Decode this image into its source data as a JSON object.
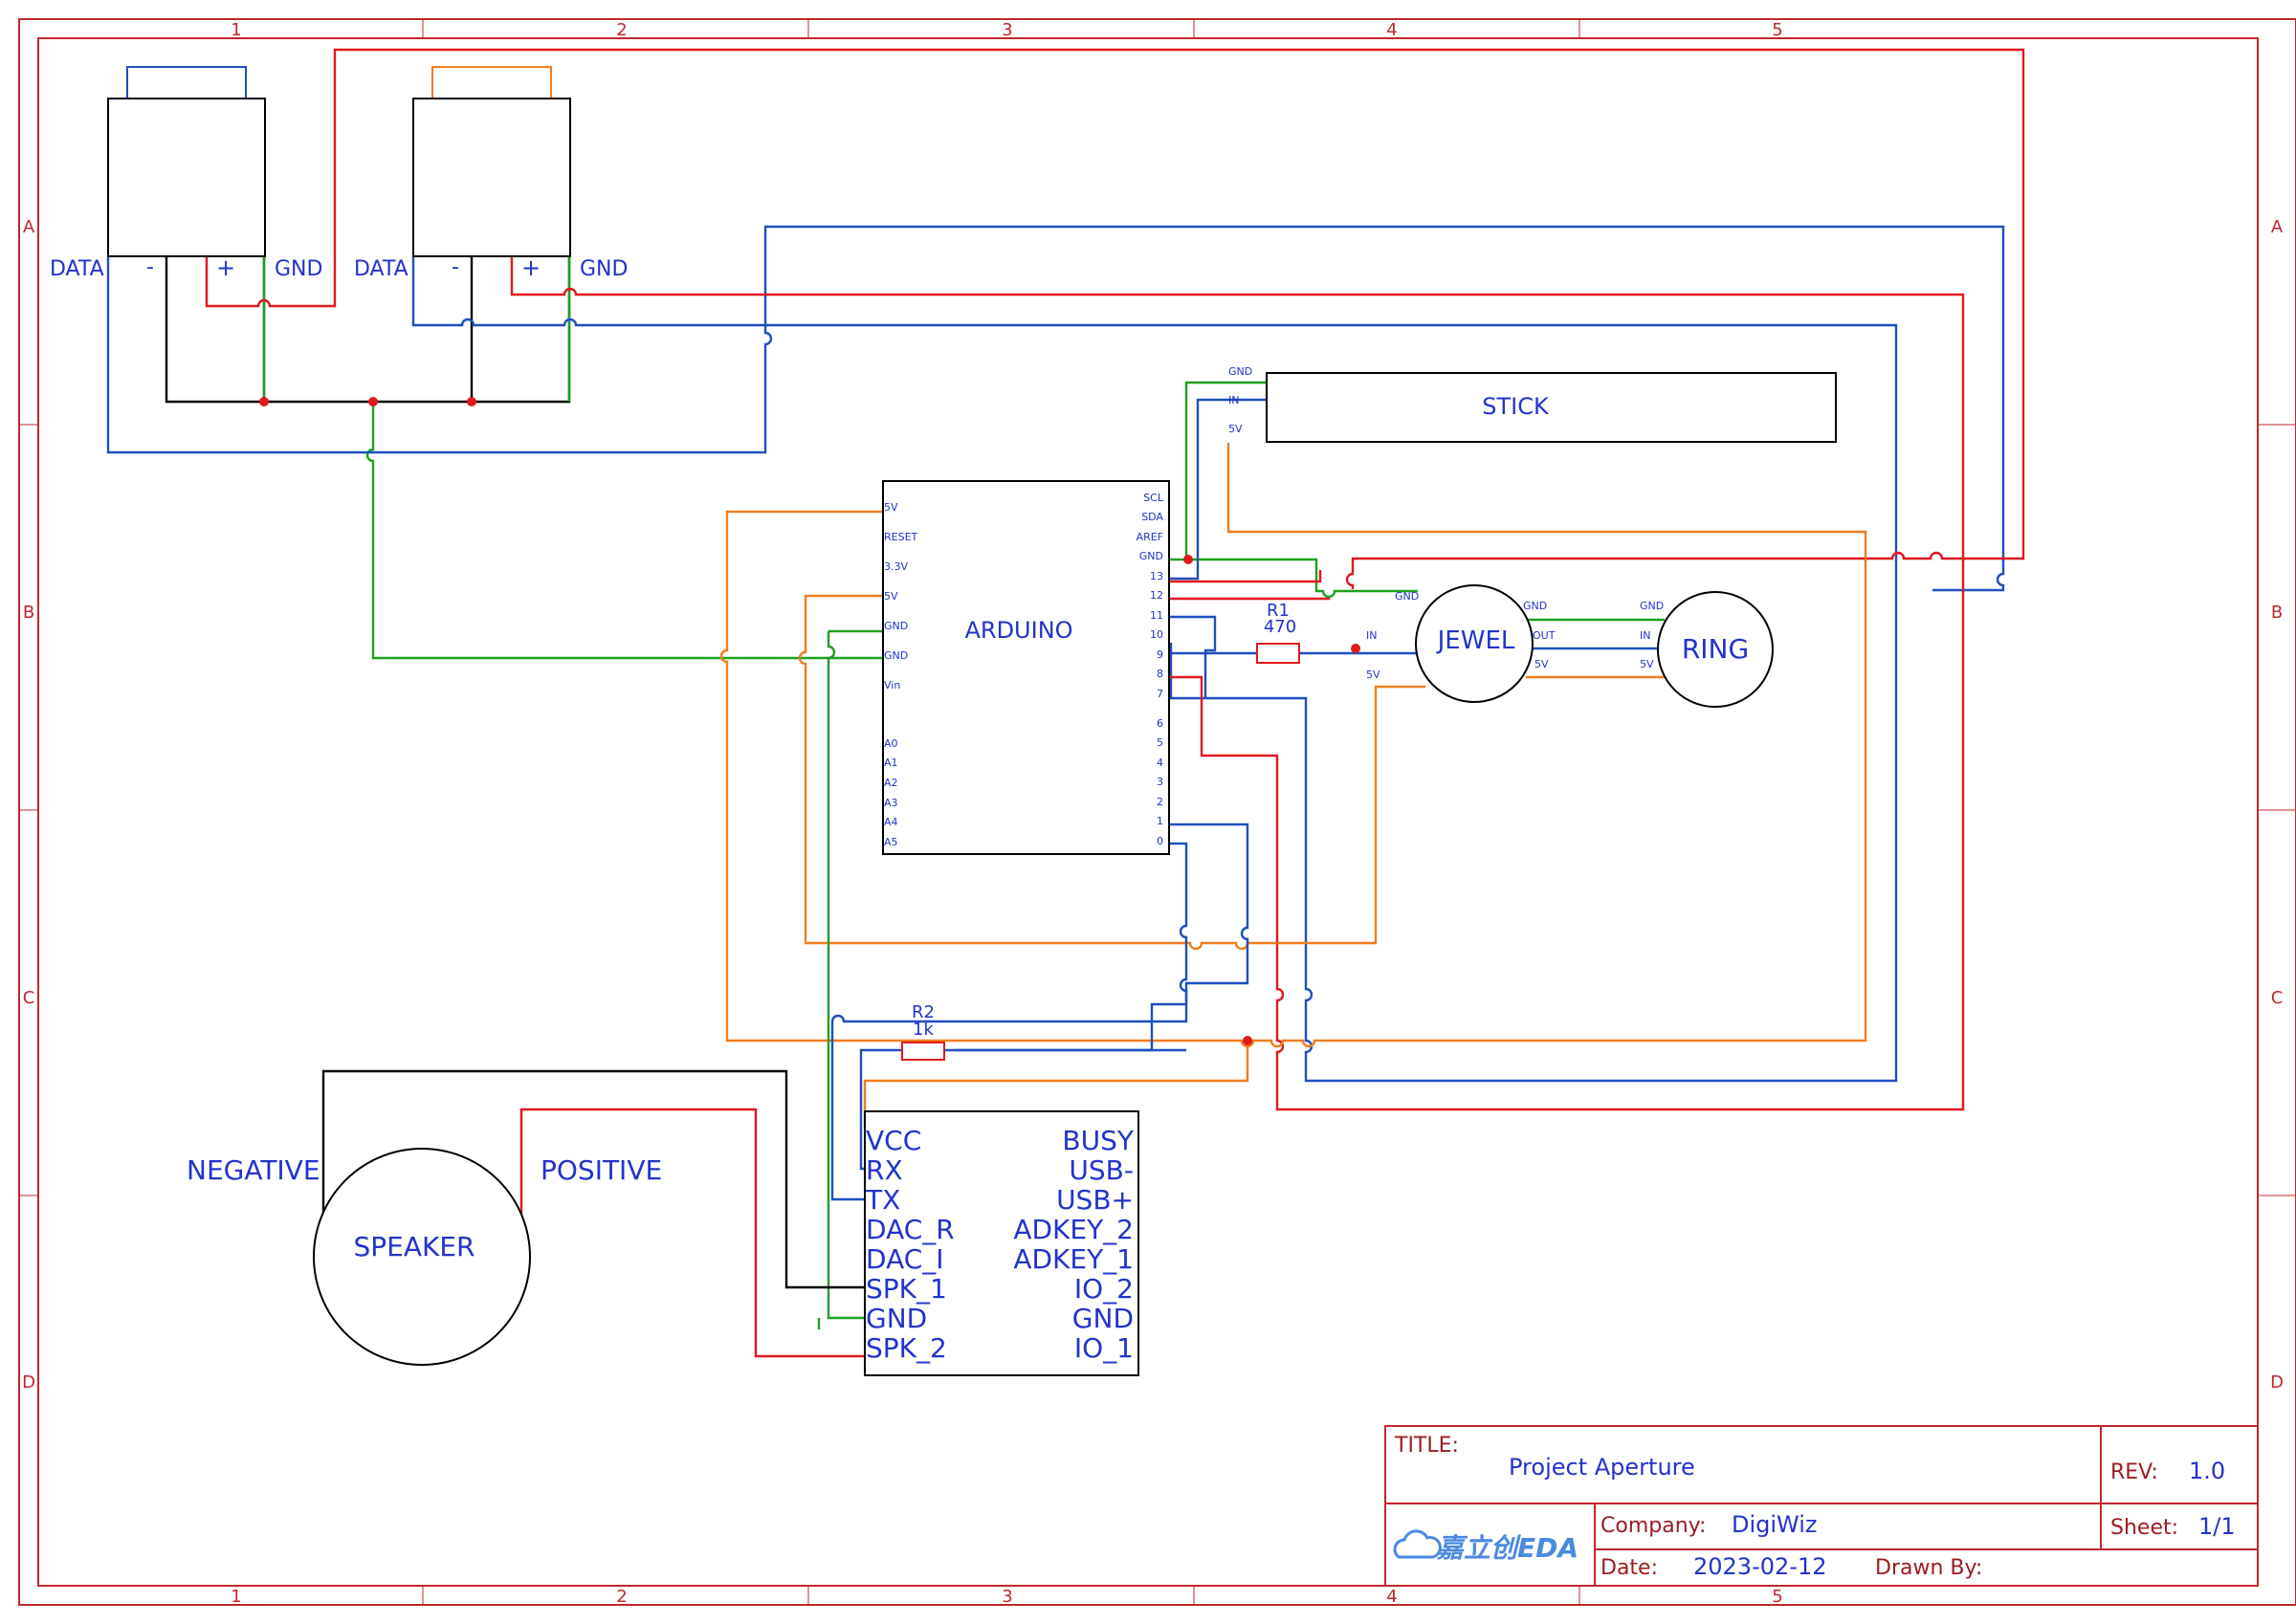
{
  "border": {
    "columns": [
      "1",
      "2",
      "3",
      "4",
      "5"
    ],
    "rows": [
      "A",
      "B",
      "C",
      "D"
    ]
  },
  "title_block": {
    "title_label": "TITLE:",
    "title": "Project Aperture",
    "rev_label": "REV:",
    "rev": "1.0",
    "company_label": "Company:",
    "company": "DigiWiz",
    "sheet_label": "Sheet:",
    "sheet": "1/1",
    "date_label": "Date:",
    "date": "2023-02-12",
    "drawn_by_label": "Drawn By:",
    "logo_text": "嘉立创EDA"
  },
  "sensor_left": {
    "pins": [
      "DATA",
      "-",
      "+",
      "GND"
    ]
  },
  "sensor_right": {
    "pins": [
      "DATA",
      "-",
      "+",
      "GND"
    ]
  },
  "stick": {
    "name": "STICK",
    "pins": [
      "GND",
      "IN",
      "5V"
    ]
  },
  "arduino": {
    "name": "ARDUINO",
    "left_pins": [
      "5V",
      "RESET",
      "3.3V",
      "5V",
      "GND",
      "GND",
      "Vin",
      "A0",
      "A1",
      "A2",
      "A3",
      "A4",
      "A5"
    ],
    "right_pins": [
      "SCL",
      "SDA",
      "AREF",
      "GND",
      "13",
      "12",
      "11",
      "10",
      "9",
      "8",
      "7",
      "6",
      "5",
      "4",
      "3",
      "2",
      "1",
      "0"
    ]
  },
  "jewel": {
    "name": "JEWEL",
    "left_pins": [
      "GND",
      "IN",
      "5V"
    ],
    "right_pins": [
      "GND",
      "OUT",
      "5V"
    ]
  },
  "ring": {
    "name": "RING",
    "pins": [
      "GND",
      "IN",
      "5V"
    ]
  },
  "r1": {
    "ref": "R1",
    "value": "470"
  },
  "r2": {
    "ref": "R2",
    "value": "1k"
  },
  "speaker": {
    "name": "SPEAKER",
    "negative": "NEGATIVE",
    "positive": "POSITIVE"
  },
  "mp3": {
    "left_pins": [
      "VCC",
      "RX",
      "TX",
      "DAC_R",
      "DAC_I",
      "SPK_1",
      "GND",
      "SPK_2"
    ],
    "right_pins": [
      "BUSY",
      "USB-",
      "USB+",
      "ADKEY_2",
      "ADKEY_1",
      "IO_2",
      "GND",
      "IO_1"
    ]
  },
  "colors": {
    "frame": "#c0272d",
    "net_5v": "#e0191f",
    "net_data": "#1f4fbf",
    "net_gnd": "#20a020",
    "net_power": "#f07d20",
    "label": "#2233cc"
  }
}
